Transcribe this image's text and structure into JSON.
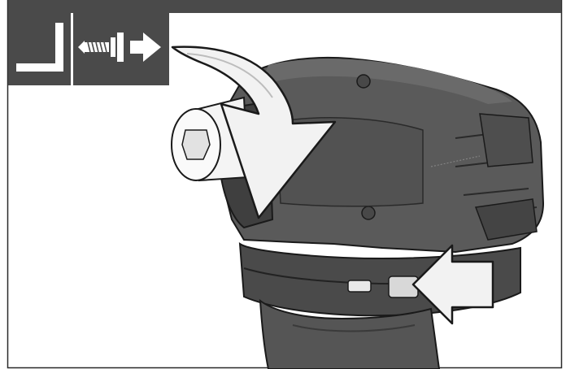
{
  "figure": {
    "kind": "instruction-illustration",
    "subject": "impact-driver-front-view",
    "steps": [
      "rotate-collar-counterclockwise",
      "slide-switch-left"
    ]
  },
  "badge": {
    "icons": [
      "corner-bracket-icon",
      "screw-icon",
      "arrow-right-icon"
    ]
  },
  "colors": {
    "frame_bar": "#4a4a4a",
    "badge_bg": "#4a4a4a",
    "tool_body": "#555555",
    "tool_dark": "#3d3d3d",
    "arrow_fill": "#f2f2f2",
    "outline": "#1a1a1a"
  }
}
